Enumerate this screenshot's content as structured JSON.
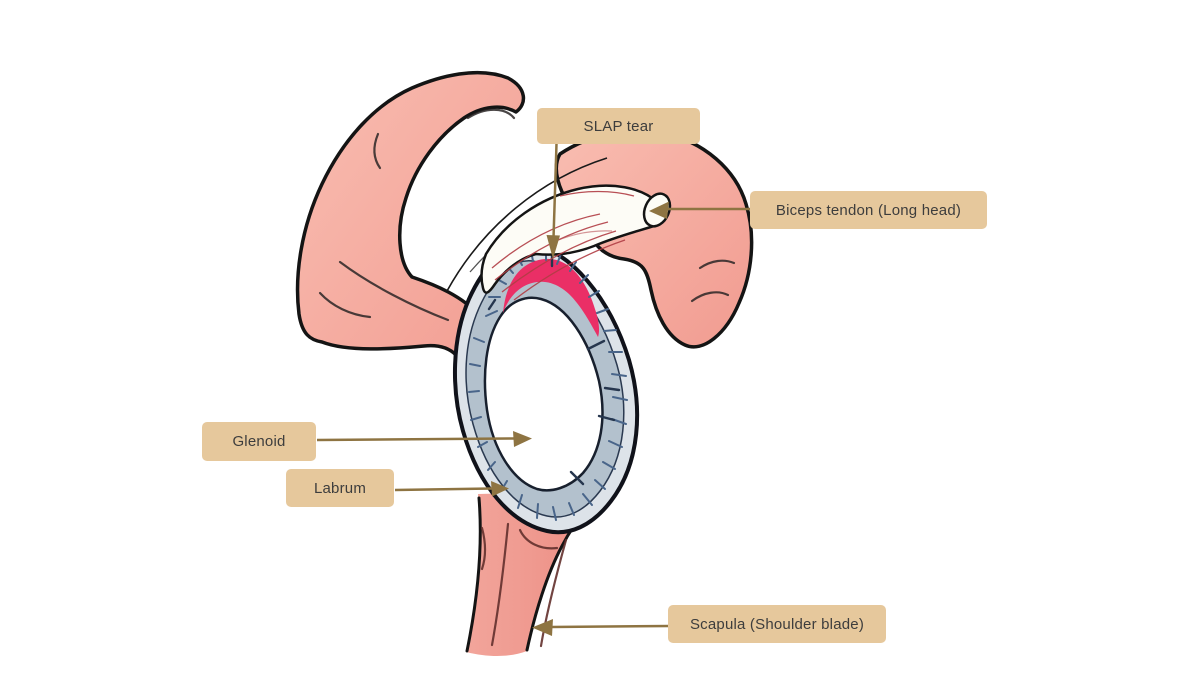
{
  "diagram": {
    "name": "SLAP tear shoulder anatomy diagram",
    "background": "#ffffff",
    "style": {
      "label_background": "#e6c89c",
      "label_text_color": "#3d3d3d",
      "arrow_color": "#8e7442",
      "bone_color": "#f5a79c",
      "scapula_neck_color": "#ef9188",
      "labrum_ring_color": "#b3c1cd",
      "ring_outer_band_color": "#dde3e9",
      "tear_color": "#ea2f66",
      "tendon_color": "#fdfcf6",
      "glenoid_fossa_color": "#ffffff",
      "outline_color": "#141414"
    },
    "labels": [
      {
        "id": "slap-tear",
        "text": "SLAP tear"
      },
      {
        "id": "biceps-tendon",
        "text": "Biceps tendon (Long head)"
      },
      {
        "id": "glenoid",
        "text": "Glenoid"
      },
      {
        "id": "labrum",
        "text": "Labrum"
      },
      {
        "id": "scapula",
        "text": "Scapula (Shoulder blade)"
      }
    ]
  }
}
